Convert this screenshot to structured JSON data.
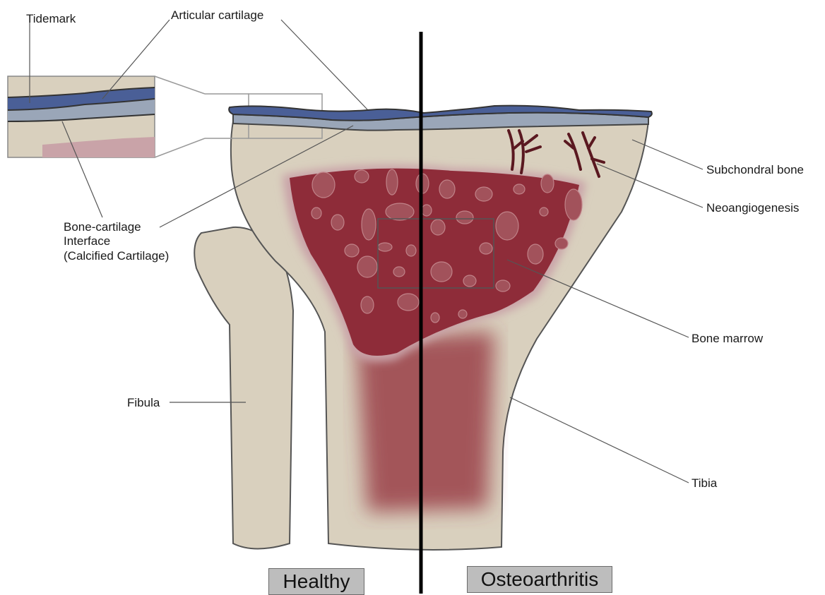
{
  "labels": {
    "tidemark": "Tidemark",
    "articular_cartilage": "Articular cartilage",
    "bone_cartilage_interface": [
      "Bone-cartilage",
      "Interface",
      "(Calcified Cartilage)"
    ],
    "subchondral_bone": "Subchondral bone",
    "neoangiogenesis": "Neoangiogenesis",
    "bone_marrow": "Bone marrow",
    "fibula": "Fibula",
    "tibia": "Tibia"
  },
  "panels": {
    "healthy": "Healthy",
    "osteoarthritis": "Osteoarthritis"
  },
  "colors": {
    "bone": "#d9d0be",
    "bone_outline": "#555555",
    "cartilage_blue": "#4a5f97",
    "calcified_cartilage": "#9aa6b8",
    "marrow": "#8e2c39",
    "vessels": "#5a1820",
    "divider": "#000000",
    "label_box": "#bdbdbd"
  }
}
